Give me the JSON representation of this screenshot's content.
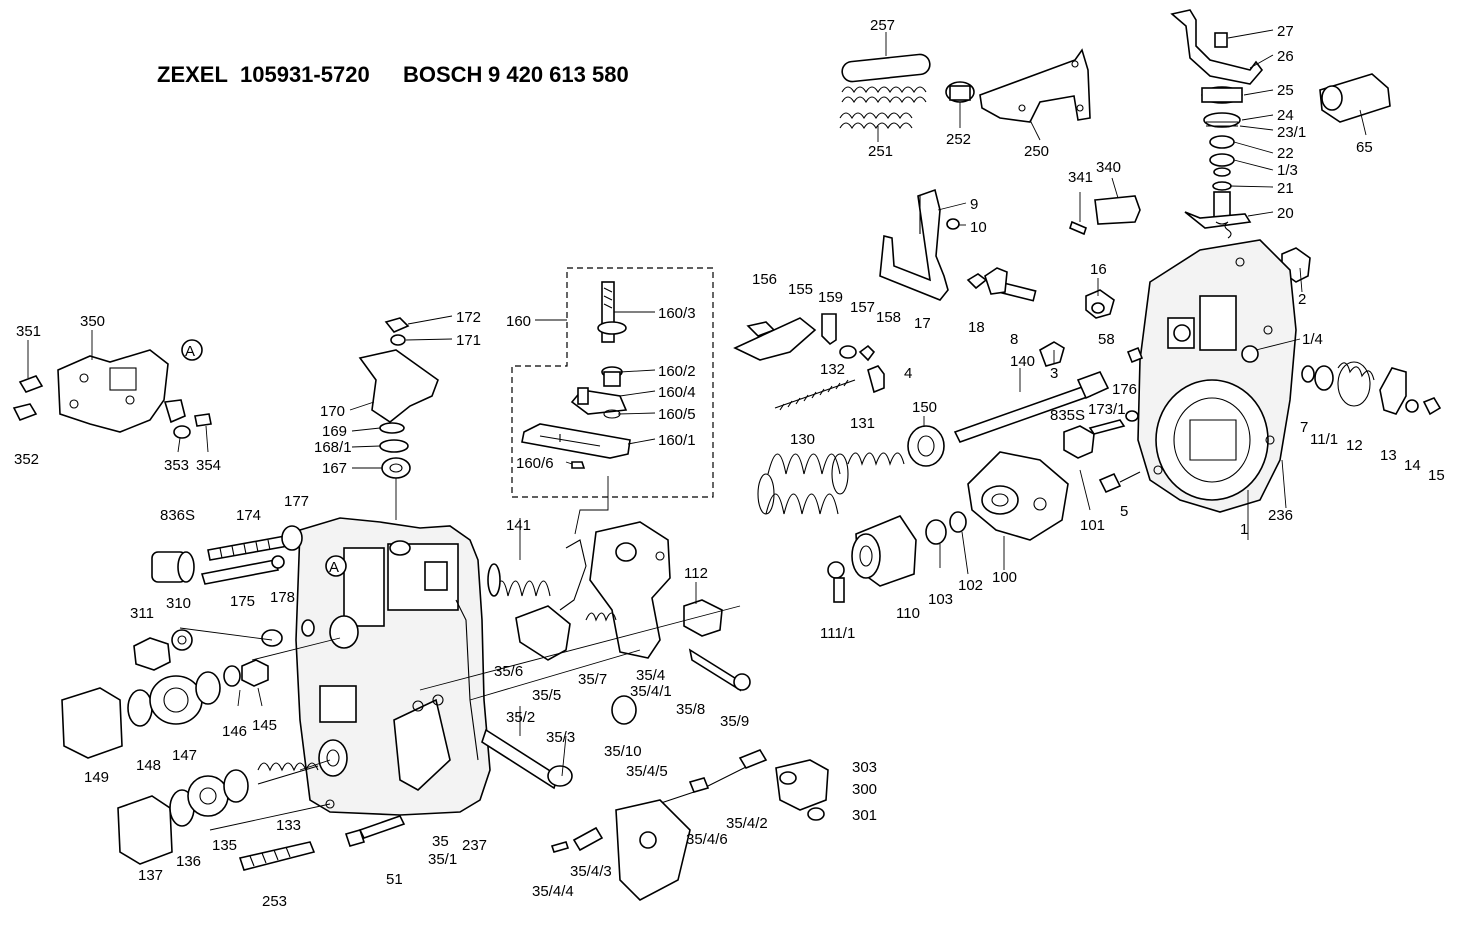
{
  "header": {
    "brand1": "ZEXEL",
    "number1": "105931-5720",
    "brand2": "BOSCH",
    "number2": "9 420 613 580"
  },
  "marker_A": "A",
  "labels": {
    "l257": "257",
    "l251": "251",
    "l252": "252",
    "l250": "250",
    "l27": "27",
    "l26": "26",
    "l25": "25",
    "l24": "24",
    "l23_1": "23/1",
    "l22": "22",
    "l1_3": "1/3",
    "l21": "21",
    "l20": "20",
    "l65": "65",
    "l341": "341",
    "l340": "340",
    "l9": "9",
    "l10": "10",
    "l16": "16",
    "l2": "2",
    "l156": "156",
    "l155": "155",
    "l159": "159",
    "l157": "157",
    "l158": "158",
    "l17": "17",
    "l18": "18",
    "l8": "8",
    "l160": "160",
    "l160_3": "160/3",
    "l160_2": "160/2",
    "l160_4": "160/4",
    "l160_5": "160/5",
    "l160_1": "160/1",
    "l160_6": "160/6",
    "l58": "58",
    "l1_4": "1/4",
    "l4": "4",
    "l132": "132",
    "l140": "140",
    "l3": "3",
    "l176": "176",
    "l173_1": "173/1",
    "l835S": "835S",
    "l172": "172",
    "l171": "171",
    "l170": "170",
    "l169": "169",
    "l168_1": "168/1",
    "l167": "167",
    "l351": "351",
    "l350": "350",
    "l352": "352",
    "l353": "353",
    "l354": "354",
    "l150": "150",
    "l131": "131",
    "l130": "130",
    "l7": "7",
    "l11_1": "11/1",
    "l12": "12",
    "l13": "13",
    "l14": "14",
    "l15": "15",
    "l5": "5",
    "l101": "101",
    "l236": "236",
    "l1": "1",
    "l836S": "836S",
    "l174": "174",
    "l177": "177",
    "l175": "175",
    "l178": "178",
    "l141": "141",
    "l112": "112",
    "l102": "102",
    "l100": "100",
    "l103": "103",
    "l110": "110",
    "l111_1": "111/1",
    "l311": "311",
    "l310": "310",
    "l35_6": "35/6",
    "l35_5": "35/5",
    "l35_7": "35/7",
    "l35_4": "35/4",
    "l35_4_1": "35/4/1",
    "l35_8": "35/8",
    "l35_9": "35/9",
    "l146": "146",
    "l145": "145",
    "l149": "149",
    "l148": "148",
    "l147": "147",
    "l35_2": "35/2",
    "l35_3": "35/3",
    "l35_10": "35/10",
    "l35_4_5": "35/4/5",
    "l303": "303",
    "l300": "300",
    "l301": "301",
    "l35_4_2": "35/4/2",
    "l35_4_6": "35/4/6",
    "l133": "133",
    "l135": "135",
    "l136": "136",
    "l137": "137",
    "l35": "35",
    "l35_1": "35/1",
    "l237": "237",
    "l51": "51",
    "l253": "253",
    "l35_4_3": "35/4/3",
    "l35_4_4": "35/4/4"
  }
}
